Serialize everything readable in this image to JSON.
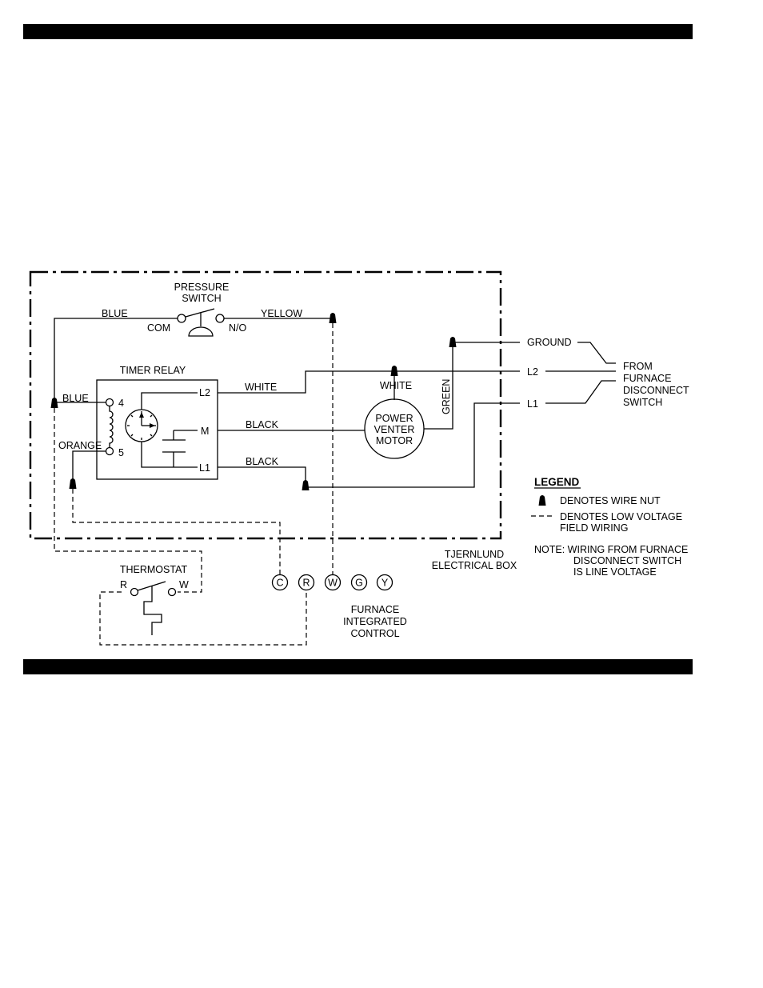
{
  "diagram": {
    "box_label_line1": "TJERNLUND",
    "box_label_line2": "ELECTRICAL BOX",
    "pressure_switch": {
      "line1": "PRESSURE",
      "line2": "SWITCH",
      "com": "COM",
      "no": "N/O"
    },
    "timer_relay": {
      "title": "TIMER RELAY",
      "term_4": "4",
      "term_5": "5",
      "term_l2": "L2",
      "term_m": "M",
      "term_l1": "L1"
    },
    "motor": {
      "line1": "POWER",
      "line2": "VENTER",
      "line3": "MOTOR"
    },
    "wires": {
      "blue_top": "BLUE",
      "yellow": "YELLOW",
      "blue_left": "BLUE",
      "orange": "ORANGE",
      "white_relay": "WHITE",
      "black_m": "BLACK",
      "black_l1": "BLACK",
      "white_motor": "WHITE",
      "green": "GREEN",
      "ground": "GROUND",
      "l2": "L2",
      "l1": "L1"
    },
    "from_furnace": {
      "line1": "FROM",
      "line2": "FURNACE",
      "line3": "DISCONNECT",
      "line4": "SWITCH"
    },
    "thermostat": {
      "title": "THERMOSTAT",
      "r": "R",
      "w": "W"
    },
    "furnace_control": {
      "terminals": [
        "C",
        "R",
        "W",
        "G",
        "Y"
      ],
      "line1": "FURNACE",
      "line2": "INTEGRATED",
      "line3": "CONTROL"
    },
    "legend": {
      "title": "LEGEND",
      "wire_nut": "DENOTES  WIRE  NUT",
      "dash_line1": "DENOTES  LOW  VOLTAGE",
      "dash_line2": "FIELD  WIRING",
      "note_line1": "NOTE:  WIRING  FROM  FURNACE",
      "note_line2": "DISCONNECT  SWITCH",
      "note_line3": "IS  LINE  VOLTAGE"
    }
  }
}
